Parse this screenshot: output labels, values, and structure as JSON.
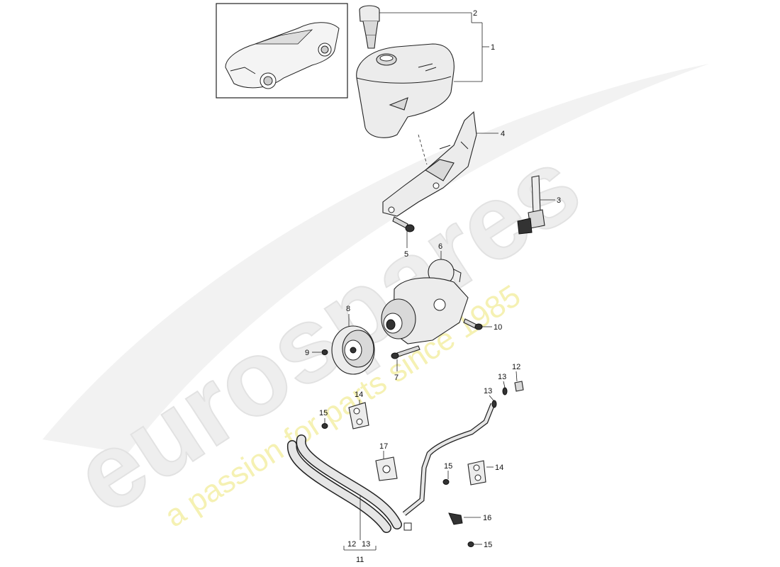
{
  "watermark": {
    "brand": "eurospares",
    "tagline": "a passion for parts since 1985"
  },
  "callouts": [
    {
      "id": "c1",
      "label": "1"
    },
    {
      "id": "c2",
      "label": "2"
    },
    {
      "id": "c3",
      "label": "3"
    },
    {
      "id": "c4",
      "label": "4"
    },
    {
      "id": "c5",
      "label": "5"
    },
    {
      "id": "c6",
      "label": "6"
    },
    {
      "id": "c7",
      "label": "7"
    },
    {
      "id": "c8",
      "label": "8"
    },
    {
      "id": "c9",
      "label": "9"
    },
    {
      "id": "c10",
      "label": "10"
    },
    {
      "id": "c11",
      "label": "11"
    },
    {
      "id": "c12a",
      "label": "12"
    },
    {
      "id": "c12b",
      "label": "12"
    },
    {
      "id": "c13a",
      "label": "13"
    },
    {
      "id": "c13b",
      "label": "13"
    },
    {
      "id": "c13c",
      "label": "13"
    },
    {
      "id": "c14a",
      "label": "14"
    },
    {
      "id": "c14b",
      "label": "14"
    },
    {
      "id": "c15a",
      "label": "15"
    },
    {
      "id": "c15b",
      "label": "15"
    },
    {
      "id": "c15c",
      "label": "15"
    },
    {
      "id": "c16",
      "label": "16"
    },
    {
      "id": "c17",
      "label": "17"
    }
  ]
}
